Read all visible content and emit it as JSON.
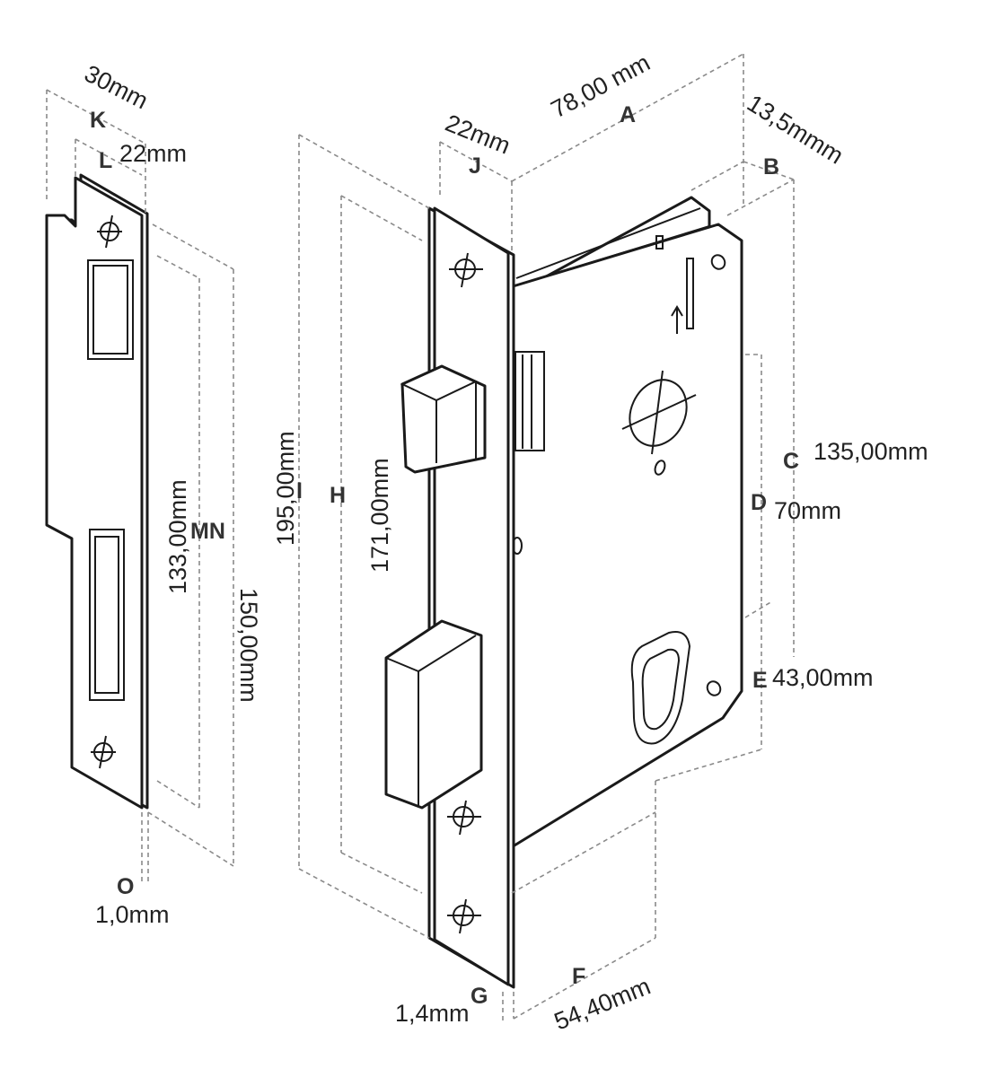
{
  "letters": {
    "A": "A",
    "B": "B",
    "C": "C",
    "D": "D",
    "E": "E",
    "F": "F",
    "G": "G",
    "H": "H",
    "I": "I",
    "J": "J",
    "K": "K",
    "L": "L",
    "MN": "MN",
    "O": "O"
  },
  "measurements": {
    "A": "78,00 mm",
    "B": "13,5mmm",
    "C": "135,00mm",
    "D": "70mm",
    "E": "43,00mm",
    "F": "54,40mm",
    "G": "1,4mm",
    "H": "171,00mm",
    "I": "195,00mm",
    "J": "22mm",
    "K": "30mm",
    "L": "22mm",
    "M": "133,00mm",
    "N": "150,00mm",
    "O": "1,0mm"
  },
  "colors": {
    "line": "#1a1a1a",
    "dimension": "#8a8a8a",
    "text": "#222222"
  }
}
